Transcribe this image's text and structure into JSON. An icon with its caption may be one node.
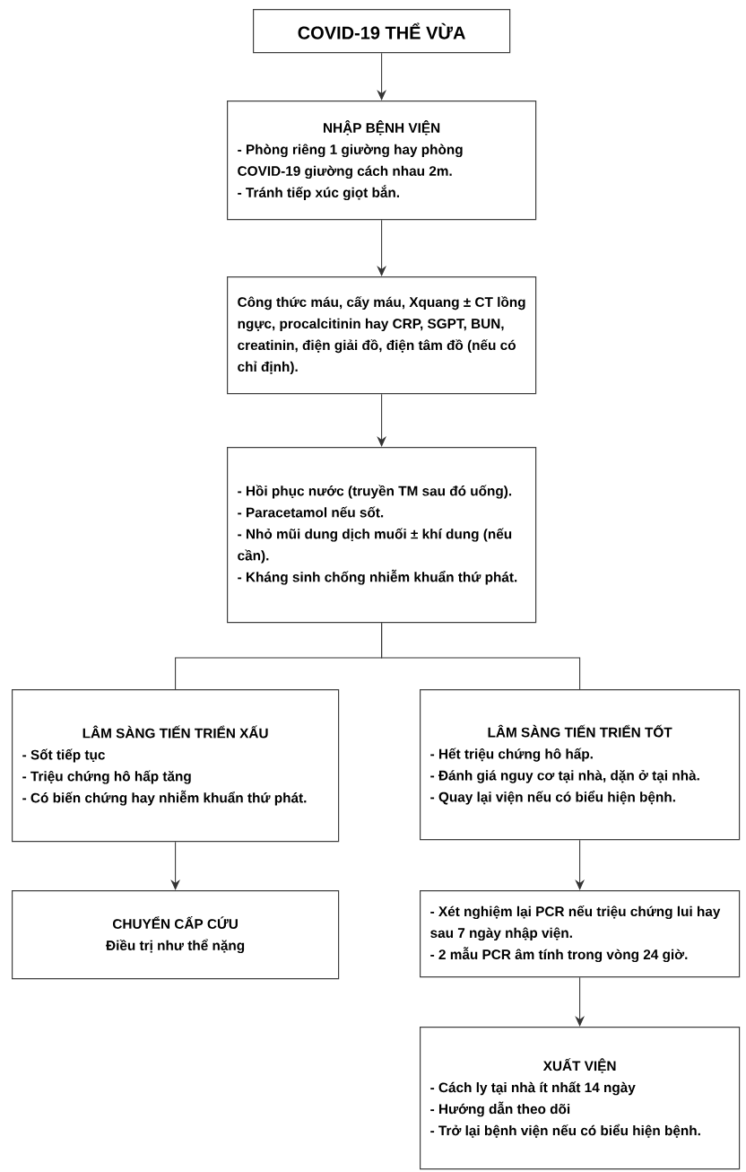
{
  "diagram": {
    "nodes": [
      {
        "text": [
          "COVID-19 THỂ VỪA"
        ]
      },
      {
        "text": [
          "NHẬP BỆNH VIỆN",
          "- Phòng riêng 1 giường hay phòng COVID-19 giường cách nhau 2m.",
          "- Tránh tiếp xúc giọt bắn."
        ]
      },
      {
        "text": [
          "Công thức máu, cấy máu, Xquang ± CT lồng ngực, procalcitinin hay CRP, SGPT, BUN, creatinin, điện giải đồ, điện tâm đồ (nếu có chỉ định)."
        ]
      },
      {
        "text": [
          "- Hồi phục nước (truyền TM sau đó uống).",
          "- Paracetamol nếu sốt.",
          "- Nhỏ mũi dung dịch muối ± khí dung (nếu cần).",
          "- Kháng sinh chống nhiễm khuẩn thứ phát."
        ]
      },
      {
        "text": [
          "LÂM SÀNG TIẾN TRIỂN XẤU",
          "- Sốt tiếp tục",
          "- Triệu chứng hô hấp tăng",
          "- Có biến chứng hay nhiễm khuẩn thứ phát."
        ]
      },
      {
        "text": [
          "LÂM SÀNG TIẾN TRIỂN TỐT",
          "- Hết triệu chứng hô hấp.",
          "- Đánh giá nguy cơ tại nhà, dặn ở tại nhà.",
          "- Quay lại viện nếu có biểu hiện bệnh."
        ]
      },
      {
        "text": [
          "CHUYỂN CẤP CỨU",
          "Điều trị như thể nặng"
        ]
      },
      {
        "text": [
          "- Xét nghiệm lại PCR nếu triệu chứng lui hay sau 7 ngày nhập viện.",
          "- 2 mẫu PCR âm tính trong vòng 24 giờ."
        ]
      },
      {
        "text": [
          "XUẤT VIỆN",
          "- Cách ly tại nhà ít nhất 14 ngày",
          "- Hướng dẫn theo dõi",
          "- Trở lại bệnh viện nếu có biểu hiện bệnh."
        ]
      }
    ],
    "edges": [
      {
        "from": 0,
        "to": 1,
        "arrow": "to"
      },
      {
        "from": 1,
        "to": 2,
        "arrow": "to"
      },
      {
        "from": 2,
        "to": 3,
        "arrow": "to"
      },
      {
        "from": 3,
        "to": 4,
        "arrow": "none"
      },
      {
        "from": 3,
        "to": 5,
        "arrow": "none"
      },
      {
        "from": 4,
        "to": 6,
        "arrow": "to"
      },
      {
        "from": 5,
        "to": 7,
        "arrow": "to"
      },
      {
        "from": 7,
        "to": 8,
        "arrow": "to"
      }
    ]
  }
}
